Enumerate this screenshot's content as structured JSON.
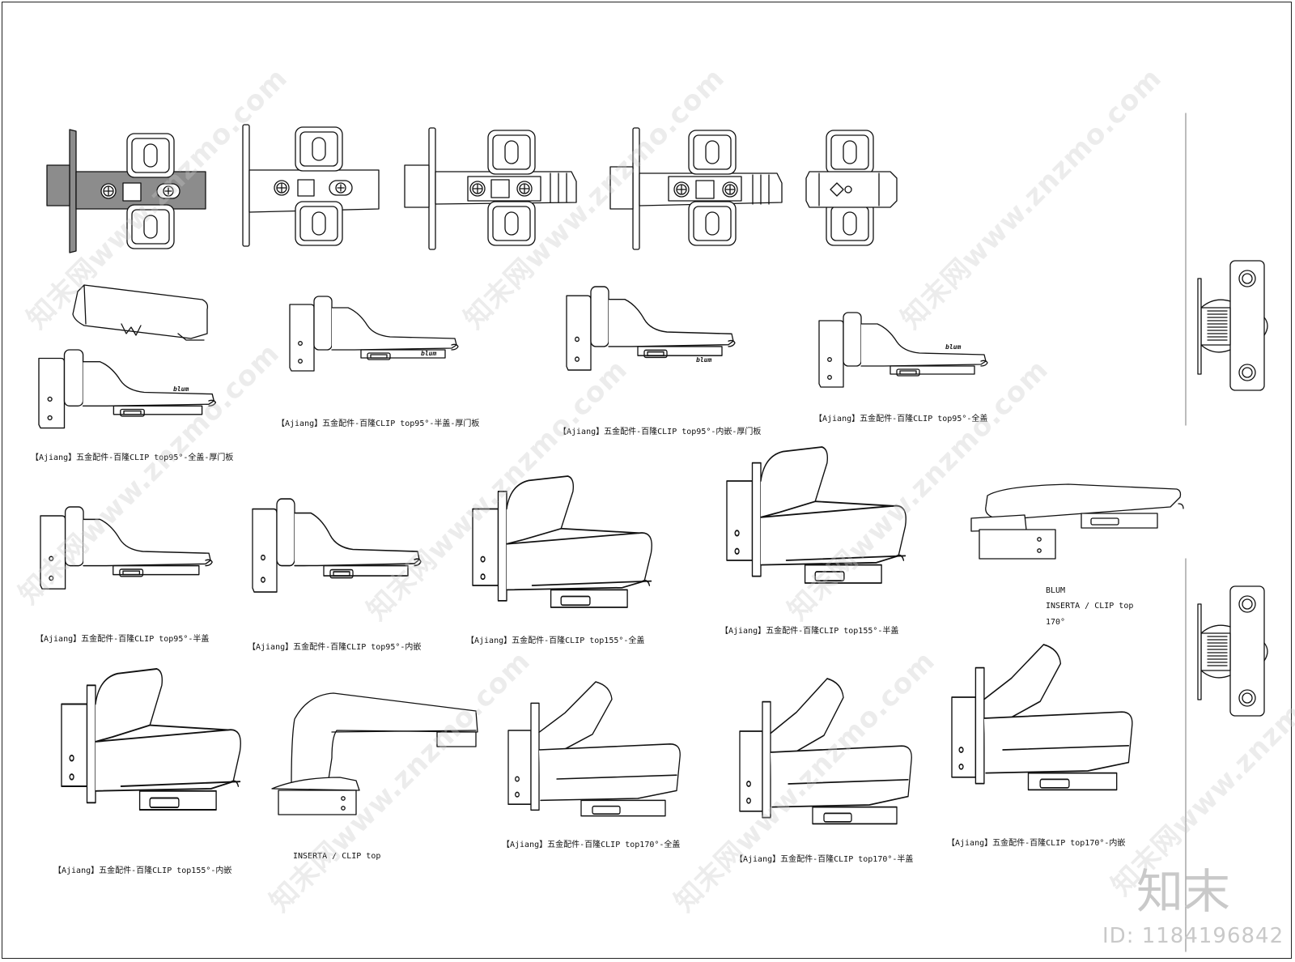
{
  "colors": {
    "line": "#111111",
    "fill": "#ffffff",
    "shade": "#8c8c8c",
    "watermark": "#c8c8c8"
  },
  "watermark_text": "知末网www.znzmo.com",
  "brand_logo": "知末",
  "image_id_label": "ID: 1184196842",
  "blum_note": {
    "line1": "BLUM",
    "line2": "INSERTA / CLIP top",
    "line3": "170°"
  },
  "labels": {
    "full_thick": "【Ajiang】五金配件-百隆CLIP top95°-全盖-厚门板",
    "half_thick": "【Ajiang】五金配件-百隆CLIP top95°-半盖-厚门板",
    "inset_thick": "【Ajiang】五金配件-百隆CLIP top95°-内嵌-厚门板",
    "full_95": "【Ajiang】五金配件-百隆CLIP top95°-全盖",
    "half_95": "【Ajiang】五金配件-百隆CLIP top95°-半盖",
    "inset_95": "【Ajiang】五金配件-百隆CLIP top95°-内嵌",
    "full_155": "【Ajiang】五金配件-百隆CLIP top155°-全盖",
    "half_155": "【Ajiang】五金配件-百隆CLIP top155°-半盖",
    "inset_155": "【Ajiang】五金配件-百隆CLIP top155°-内嵌",
    "inserta": "INSERTA / CLIP top",
    "full_170": "【Ajiang】五金配件-百隆CLIP top170°-全盖",
    "half_170": "【Ajiang】五金配件-百隆CLIP top170°-半盖",
    "inset_170": "【Ajiang】五金配件-百隆CLIP top170°-内嵌"
  },
  "hinge_brand_mark": "blum"
}
